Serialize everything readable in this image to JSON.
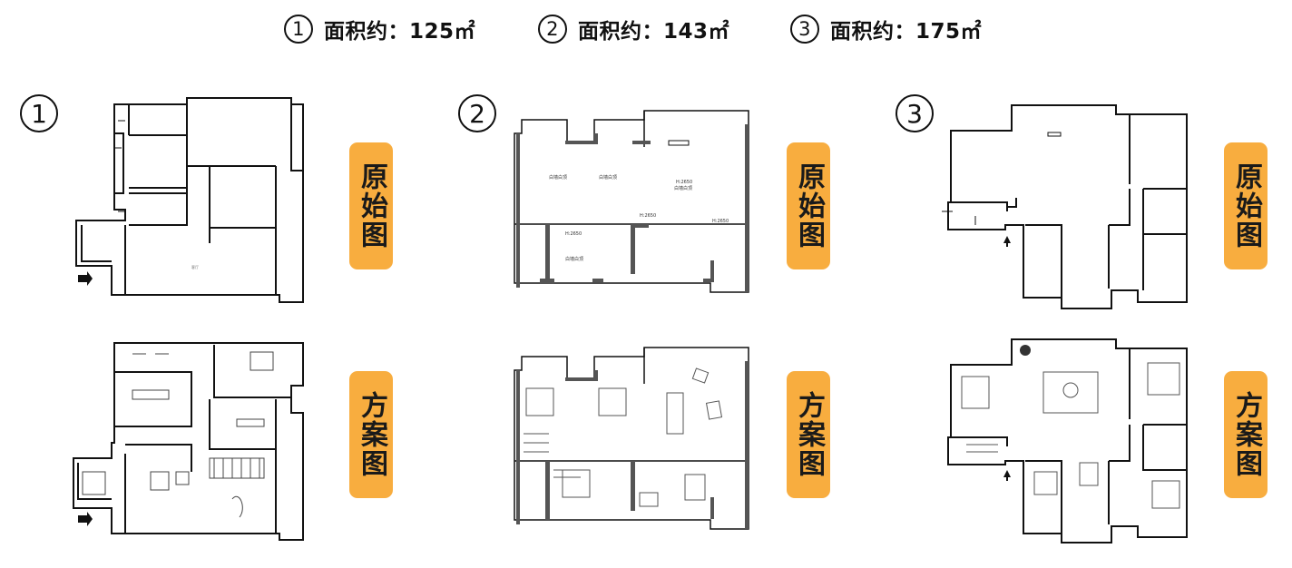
{
  "header": {
    "items": [
      {
        "num": "1",
        "text": "面积约：125㎡"
      },
      {
        "num": "2",
        "text": "面积约：143㎡"
      },
      {
        "num": "3",
        "text": "面积约：175㎡"
      }
    ]
  },
  "plans": [
    {
      "num": "1",
      "original_label": "原始图",
      "scheme_label": "方案图"
    },
    {
      "num": "2",
      "original_label": "原始图",
      "scheme_label": "方案图"
    },
    {
      "num": "3",
      "original_label": "原始图",
      "scheme_label": "方案图"
    }
  ],
  "colors": {
    "label_bg": "#f8ad3f",
    "wall": "#111111",
    "dark_wall": "#555555"
  }
}
